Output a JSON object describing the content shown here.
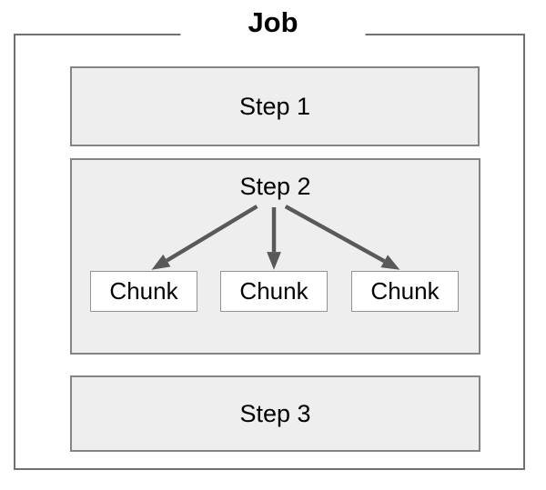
{
  "diagram": {
    "title": "Job",
    "steps": [
      {
        "label": "Step 1"
      },
      {
        "label": "Step 2",
        "chunks": [
          "Chunk",
          "Chunk",
          "Chunk"
        ]
      },
      {
        "label": "Step 3"
      }
    ],
    "colors": {
      "step_fill": "#eeeeee",
      "chunk_fill": "#ffffff",
      "outer_border": "#707070",
      "step_border": "#848484",
      "chunk_border": "#949494",
      "arrow": "#595959",
      "text": "#000000"
    }
  }
}
